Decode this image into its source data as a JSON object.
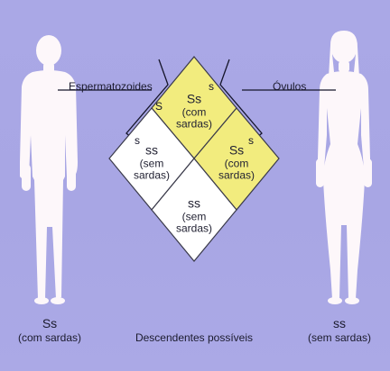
{
  "labels": {
    "sperm": "Espermatozoides",
    "eggs": "Óvulos",
    "offspring": "Descendentes possíveis"
  },
  "father": {
    "genotype": "Ss",
    "phenotype": "(com sardas)",
    "alleles": [
      "S",
      "s"
    ]
  },
  "mother": {
    "genotype": "ss",
    "phenotype": "(sem sardas)",
    "alleles": [
      "s",
      "s"
    ]
  },
  "punnett": {
    "top": {
      "genotype": "Ss",
      "line1": "(com",
      "line2": "sardas)"
    },
    "left": {
      "genotype": "ss",
      "line1": "(sem",
      "line2": "sardas)"
    },
    "right": {
      "genotype": "Ss",
      "line1": "(com",
      "line2": "sardas)"
    },
    "bottom": {
      "genotype": "ss",
      "line1": "(sem",
      "line2": "sardas)"
    }
  },
  "colors": {
    "background": "#aaa8e6",
    "freckled": "#f2ec7e",
    "not_freckled": "#ffffff",
    "silhouette": "#fdf7fa"
  }
}
